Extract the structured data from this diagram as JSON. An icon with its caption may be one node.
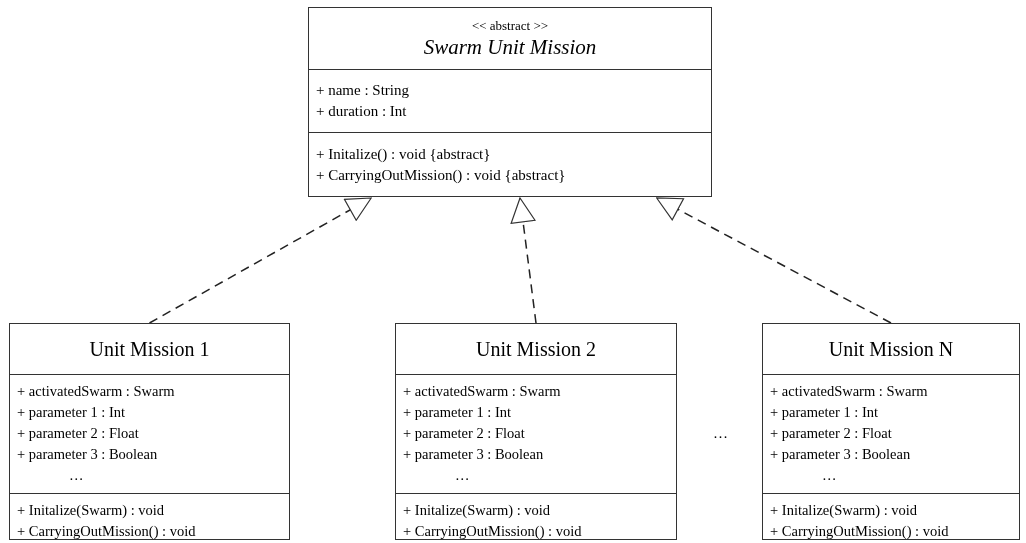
{
  "diagram": {
    "nodes": [
      {
        "text": [
          "<< abstract >>",
          "Swarm Unit Mission"
        ]
      },
      {
        "text": [
          "+ name : String",
          "+ duration : Int"
        ],
        "in": 0
      },
      {
        "text": [
          "+ Initalize() : void {abstract}",
          "+ CarryingOutMission() : void {abstract}"
        ],
        "in": 0
      },
      {
        "text": [
          "Unit Mission 1"
        ]
      },
      {
        "text": [
          "+ activatedSwarm : Swarm",
          "+ parameter 1 : Int",
          "+ parameter 2 : Float",
          "+ parameter 3 : Boolean",
          "…"
        ],
        "in": 3
      },
      {
        "text": [
          "+ Initalize(Swarm) : void",
          "+ CarryingOutMission() : void"
        ],
        "in": 3
      },
      {
        "text": [
          "Unit Mission 2"
        ]
      },
      {
        "text": [
          "+ activatedSwarm : Swarm",
          "+ parameter 1 : Int",
          "+ parameter 2 : Float",
          "+ parameter 3 : Boolean",
          "…"
        ],
        "in": 6
      },
      {
        "text": [
          "+ Initalize(Swarm) : void",
          "+ CarryingOutMission() : void"
        ],
        "in": 6
      },
      {
        "text": [
          "Unit Mission N"
        ]
      },
      {
        "text": [
          "+ activatedSwarm : Swarm",
          "+ parameter 1 : Int",
          "+ parameter 2 : Float",
          "+ parameter 3 : Boolean",
          "…"
        ],
        "in": 9
      },
      {
        "text": [
          "+ Initalize(Swarm) : void",
          "+ CarryingOutMission() : void"
        ],
        "in": 9
      }
    ],
    "edges": [
      {
        "from": 3,
        "to": 0,
        "arrow": "to",
        "style": "dashed"
      },
      {
        "from": 6,
        "to": 0,
        "arrow": "to",
        "style": "dashed"
      },
      {
        "from": 9,
        "to": 0,
        "arrow": "to",
        "style": "dashed"
      }
    ],
    "labels": [
      "…"
    ]
  }
}
